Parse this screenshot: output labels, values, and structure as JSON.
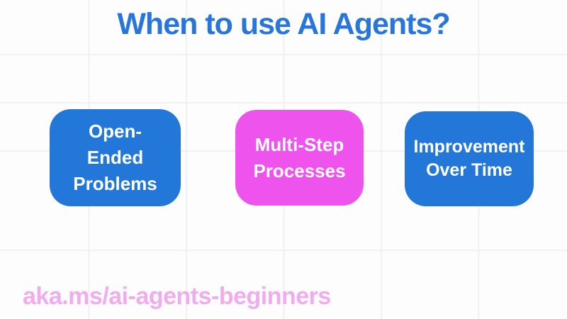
{
  "slide": {
    "title": "When to use AI Agents?",
    "cards": [
      {
        "label": "Open-\nEnded\nProblems",
        "color": "#2277D8"
      },
      {
        "label": "Multi-Step\nProcesses",
        "color": "#EE53EE"
      },
      {
        "label": "Improvement\nOver Time",
        "color": "#2277D8"
      }
    ],
    "footer_url": "aka.ms/ai-agents-beginners"
  },
  "colors": {
    "title": "#2875DB",
    "card_blue": "#2277D8",
    "card_magenta": "#EE53EE",
    "card_text": "#FFFFFF",
    "footer_url": "#F1ABEF",
    "background": "#FDFDFD",
    "grid_line": "#F0F0F0"
  }
}
